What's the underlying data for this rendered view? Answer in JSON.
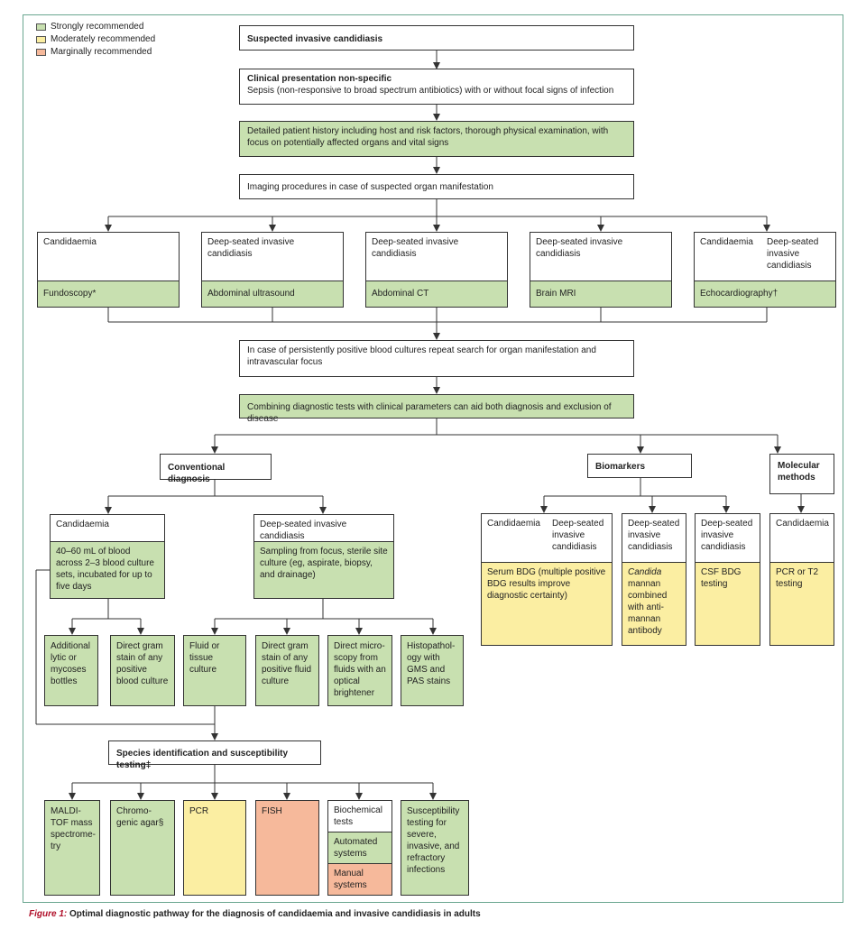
{
  "legend": {
    "strong": {
      "label": "Strongly recommended",
      "color": "#c8e0b0"
    },
    "moderate": {
      "label": "Moderately recommended",
      "color": "#fbeea2"
    },
    "marginal": {
      "label": "Marginally recommended",
      "color": "#f6b99b"
    }
  },
  "nodes": {
    "suspected": "Suspected invasive candidiasis",
    "clinical_title": "Clinical presentation non-specific",
    "clinical_text": "Sepsis (non-responsive to broad spectrum antibiotics) with or without focal signs of infection",
    "history": "Detailed patient history including host and risk factors, thorough physical examination, with focus on potentially affected organs and vital signs",
    "imaging": "Imaging procedures in case of suspected organ manifestation",
    "img1_top": "Candidaemia",
    "img1_bottom": "Fundoscopy*",
    "img2_top": "Deep-seated invasive candidiasis",
    "img2_bottom": "Abdominal ultrasound",
    "img3_top": "Deep-seated invasive candidiasis",
    "img3_bottom": "Abdominal CT",
    "img4_top": "Deep-seated invasive candidiasis",
    "img4_bottom": "Brain MRI",
    "img5_top_left": "Candidaemia",
    "img5_top_right": "Deep-seated invasive candidiasis",
    "img5_bottom": "Echocardiography†",
    "persistent": "In case of persistently positive blood cultures repeat search for organ manifestation and intravascular focus",
    "combining": "Combining diagnostic tests with clinical parameters can aid both diagnosis and exclusion of disease",
    "conventional": "Conventional diagnosis",
    "biomarkers": "Biomarkers",
    "molecular": "Molecular methods",
    "conv_cand_top": "Candidaemia",
    "conv_cand_bottom": "40–60 mL of blood across 2–3 blood culture sets, incubated for up to five days",
    "conv_deep_top": "Deep-seated invasive candidiasis",
    "conv_deep_bottom": "Sampling from focus, sterile site culture (eg, aspirate, biopsy, and drainage)",
    "lytic": "Additional lytic or mycoses bottles",
    "gram_blood": "Direct gram stain of any positive blood culture",
    "fluid_tissue": "Fluid or tissue culture",
    "gram_fluid": "Direct gram stain of any positive fluid culture",
    "microscopy": "Direct micro-scopy from fluids with an optical brightener",
    "histo": "Histopathol-ogy with GMS and PAS stains",
    "species": "Species identification and susceptibility testing‡",
    "maldi": "MALDI-TOF mass spectrome-try",
    "chromo": "Chromo-genic agar§",
    "pcr": "PCR",
    "fish": "FISH",
    "biochem": "Biochemical tests",
    "automated": "Automated systems",
    "manual": "Manual systems",
    "susceptibility": "Susceptibility testing for severe, invasive, and refractory infections",
    "bio1_top_left": "Candidaemia",
    "bio1_top_right": "Deep-seated invasive candidiasis",
    "bio1_bottom": "Serum BDG (multiple positive BDG results improve diagnostic certainty)",
    "bio2_top": "Deep-seated invasive candidiasis",
    "bio2_bottom_italic": "Candida",
    "bio2_bottom": "mannan combined with anti-mannan antibody",
    "bio3_top": "Deep-seated invasive candidiasis",
    "bio3_bottom": "CSF BDG testing",
    "mol_top": "Candidaemia",
    "mol_bottom": "PCR or T2 testing"
  },
  "caption": {
    "figure_label": "Figure 1:",
    "text": "Optimal diagnostic pathway for the diagnosis of candidaemia and invasive candidiasis in adults"
  }
}
